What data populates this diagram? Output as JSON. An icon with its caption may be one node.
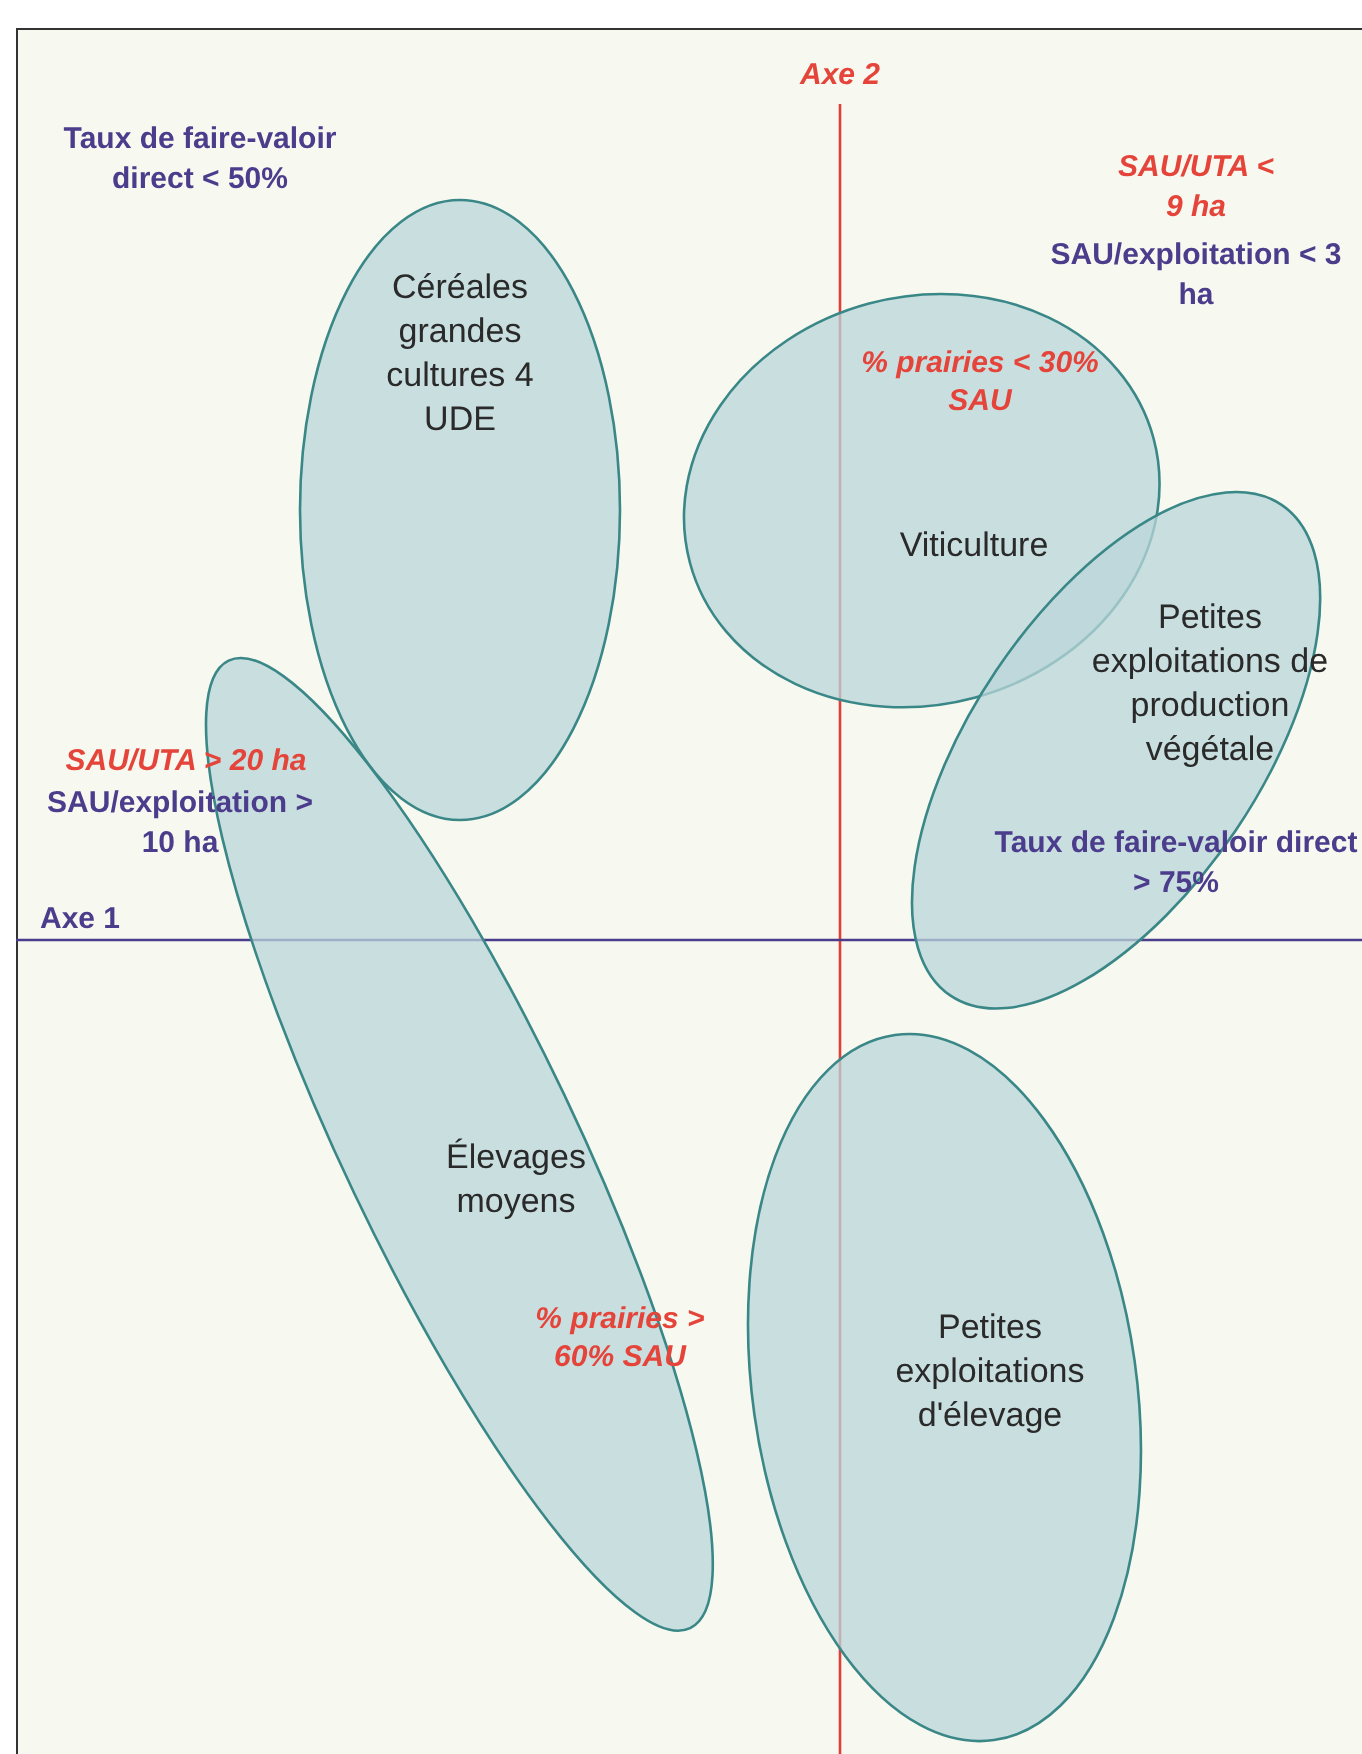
{
  "diagram": {
    "nodes": [
      {
        "text": [
          "Céréales grandes cultures 4 UDE"
        ]
      },
      {
        "text": [
          "% prairies < 30% SAU",
          "Viticulture"
        ]
      },
      {
        "text": [
          "Petites exploitations de production végétale"
        ]
      },
      {
        "text": [
          "Élevages moyens",
          "% prairies > 60% SAU"
        ]
      },
      {
        "text": [
          "Petites exploitations d'élevage"
        ]
      }
    ],
    "labels": [
      "Axe 2",
      "Taux de faire-valoir direct < 50%",
      "SAU/UTA < 9 ha",
      "SAU/exploitation < 3 ha",
      "SAU/UTA > 20 ha",
      "SAU/exploitation > 10 ha",
      "Taux de faire-valoir direct > 75%",
      "Axe 1"
    ]
  }
}
